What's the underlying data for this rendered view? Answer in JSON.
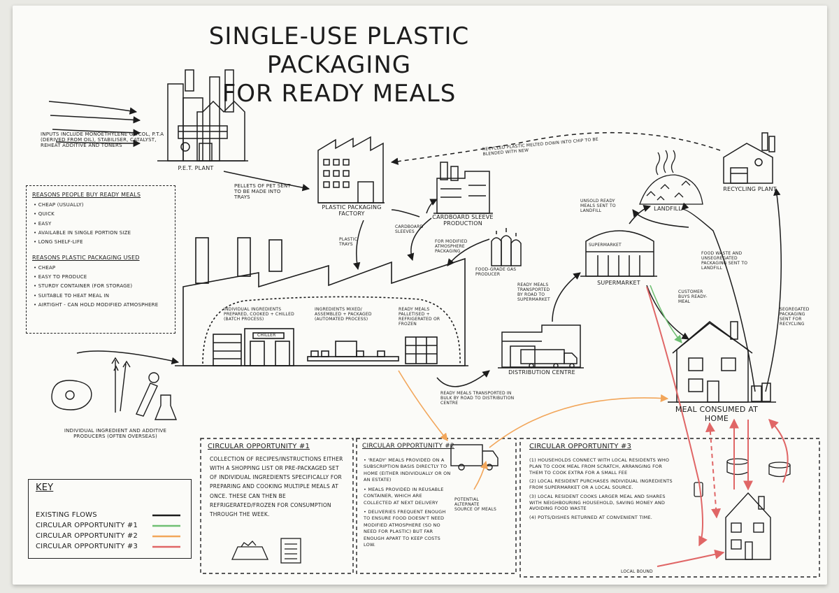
{
  "title": {
    "line1": "Single-use plastic packaging",
    "line2": "for ready meals"
  },
  "colors": {
    "existing": "#1c1c1c",
    "circular1": "#6fbf73",
    "circular2": "#f2a65a",
    "circular3": "#e06666",
    "paper": "#fbfbf8"
  },
  "nodes": {
    "inputs_note": "Inputs include monoethylene glycol, P.T.A (derived from oil), stabiliser, catalyst, reheat additive and toners",
    "pet_plant": "P.E.T. Plant",
    "pellets_note": "Pellets of PET sent to be made into trays",
    "plastic_factory": "Plastic packaging factory",
    "cardboard_production": "Cardboard sleeve production",
    "recycled_note": "Recycled plastic melted down into chip to be blended with new",
    "landfill": "Landfill",
    "recycling_plant": "Recycling plant",
    "unsold_note": "Unsold ready meals sent to landfill",
    "plastic_trays": "Plastic trays",
    "cardboard_sleeves": "Cardboard sleeves",
    "modified_atmosphere": "For modified atmosphere packaging",
    "gas_producer": "Food-grade gas producer",
    "supermarket_sign": "Supermarket",
    "supermarket": "Supermarket",
    "food_waste_note": "Food waste and unsegregated packaging sent to landfill",
    "ready_meals_road": "Ready meals transported by road to supermarket",
    "customer_buys": "Customer buys ready-meal",
    "segregated_note": "Segregated packaging sent for recycling",
    "stage1": "Individual ingredients prepared, cooked + chilled (batch process)",
    "stage2": "Ingredients mixed/ assembled + packaged (automated process)",
    "stage3": "Ready meals palletised + refrigerated or frozen",
    "chiller": "Chiller",
    "distribution_centre": "Distribution centre",
    "transported_dc": "Ready meals transported in bulk by road to distribution centre",
    "meal_home": "Meal consumed at home",
    "producers": "Individual ingredient and additive producers (often overseas)",
    "local_bound": "Local bound"
  },
  "reasons_buy": {
    "heading": "Reasons people buy ready meals",
    "items": [
      "Cheap (usually)",
      "Quick",
      "Easy",
      "Available in single portion size",
      "Long shelf-life"
    ]
  },
  "reasons_plastic": {
    "heading": "Reasons plastic packaging used",
    "items": [
      "Cheap",
      "Easy to produce",
      "Sturdy container (for storage)",
      "Suitable to heat meal in",
      "Airtight - can hold modified atmosphere"
    ]
  },
  "key": {
    "heading": "Key",
    "rows": [
      "Existing flows",
      "Circular opportunity #1",
      "Circular opportunity #2",
      "Circular opportunity #3"
    ]
  },
  "opp1": {
    "heading": "Circular opportunity #1",
    "text": "Collection of recipes/instructions either with a shopping list or pre-packaged set of individual ingredients specifically for preparing and cooking multiple meals at once. These can then be refrigerated/frozen for consumption through the week."
  },
  "opp2": {
    "heading": "Circular opportunity #2",
    "items": [
      "'Ready' meals provided on a subscription basis directly to home (either individually or on an estate)",
      "Meals provided in reusable container, which are collected at next delivery",
      "Deliveries frequent enough to ensure food doesn't need modified atmosphere (so no need for plastic) but far enough apart to keep costs low."
    ],
    "side_note": "Potential alternate source of meals"
  },
  "opp3": {
    "heading": "Circular opportunity #3",
    "items": [
      "(1) Households connect with local residents who plan to cook meal from scratch, arranging for them to cook extra for a small fee",
      "(2) Local resident purchases individual ingredients from supermarket or a local source.",
      "(3) Local resident cooks larger meal and shares with neighbouring household, saving money and avoiding food waste",
      "(4) Pots/dishes returned at convenient time."
    ]
  }
}
